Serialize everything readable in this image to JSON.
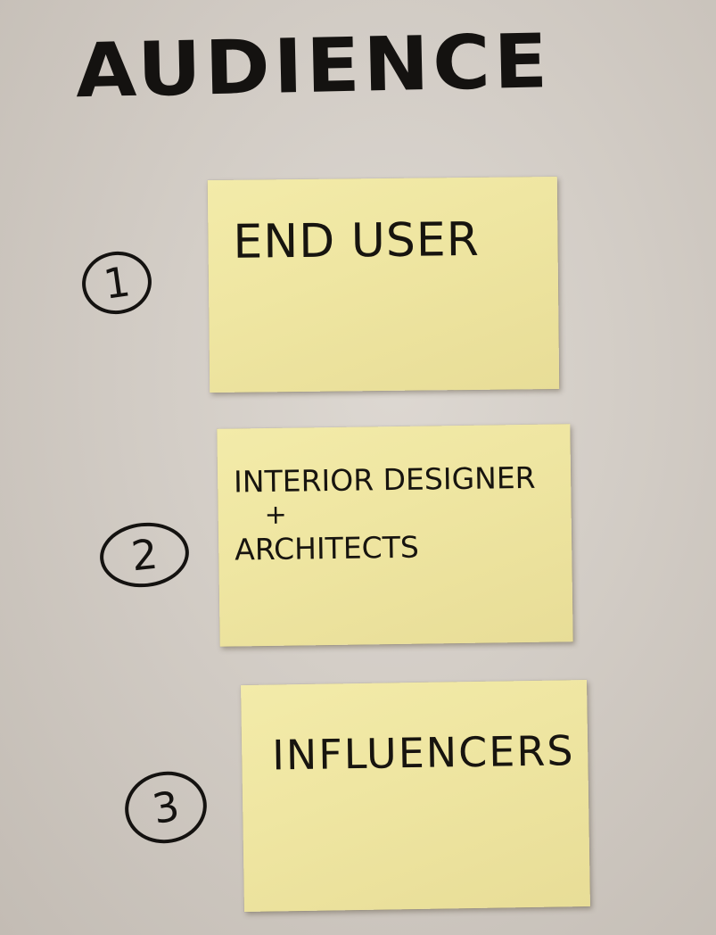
{
  "heading": "AUDIENCE",
  "items": [
    {
      "number": "1",
      "lines": [
        "END USER"
      ]
    },
    {
      "number": "2",
      "lines": [
        "INTERIOR DESIGNER",
        "+",
        "ARCHITECTS"
      ]
    },
    {
      "number": "3",
      "lines": [
        "INFLUENCERS"
      ]
    }
  ]
}
